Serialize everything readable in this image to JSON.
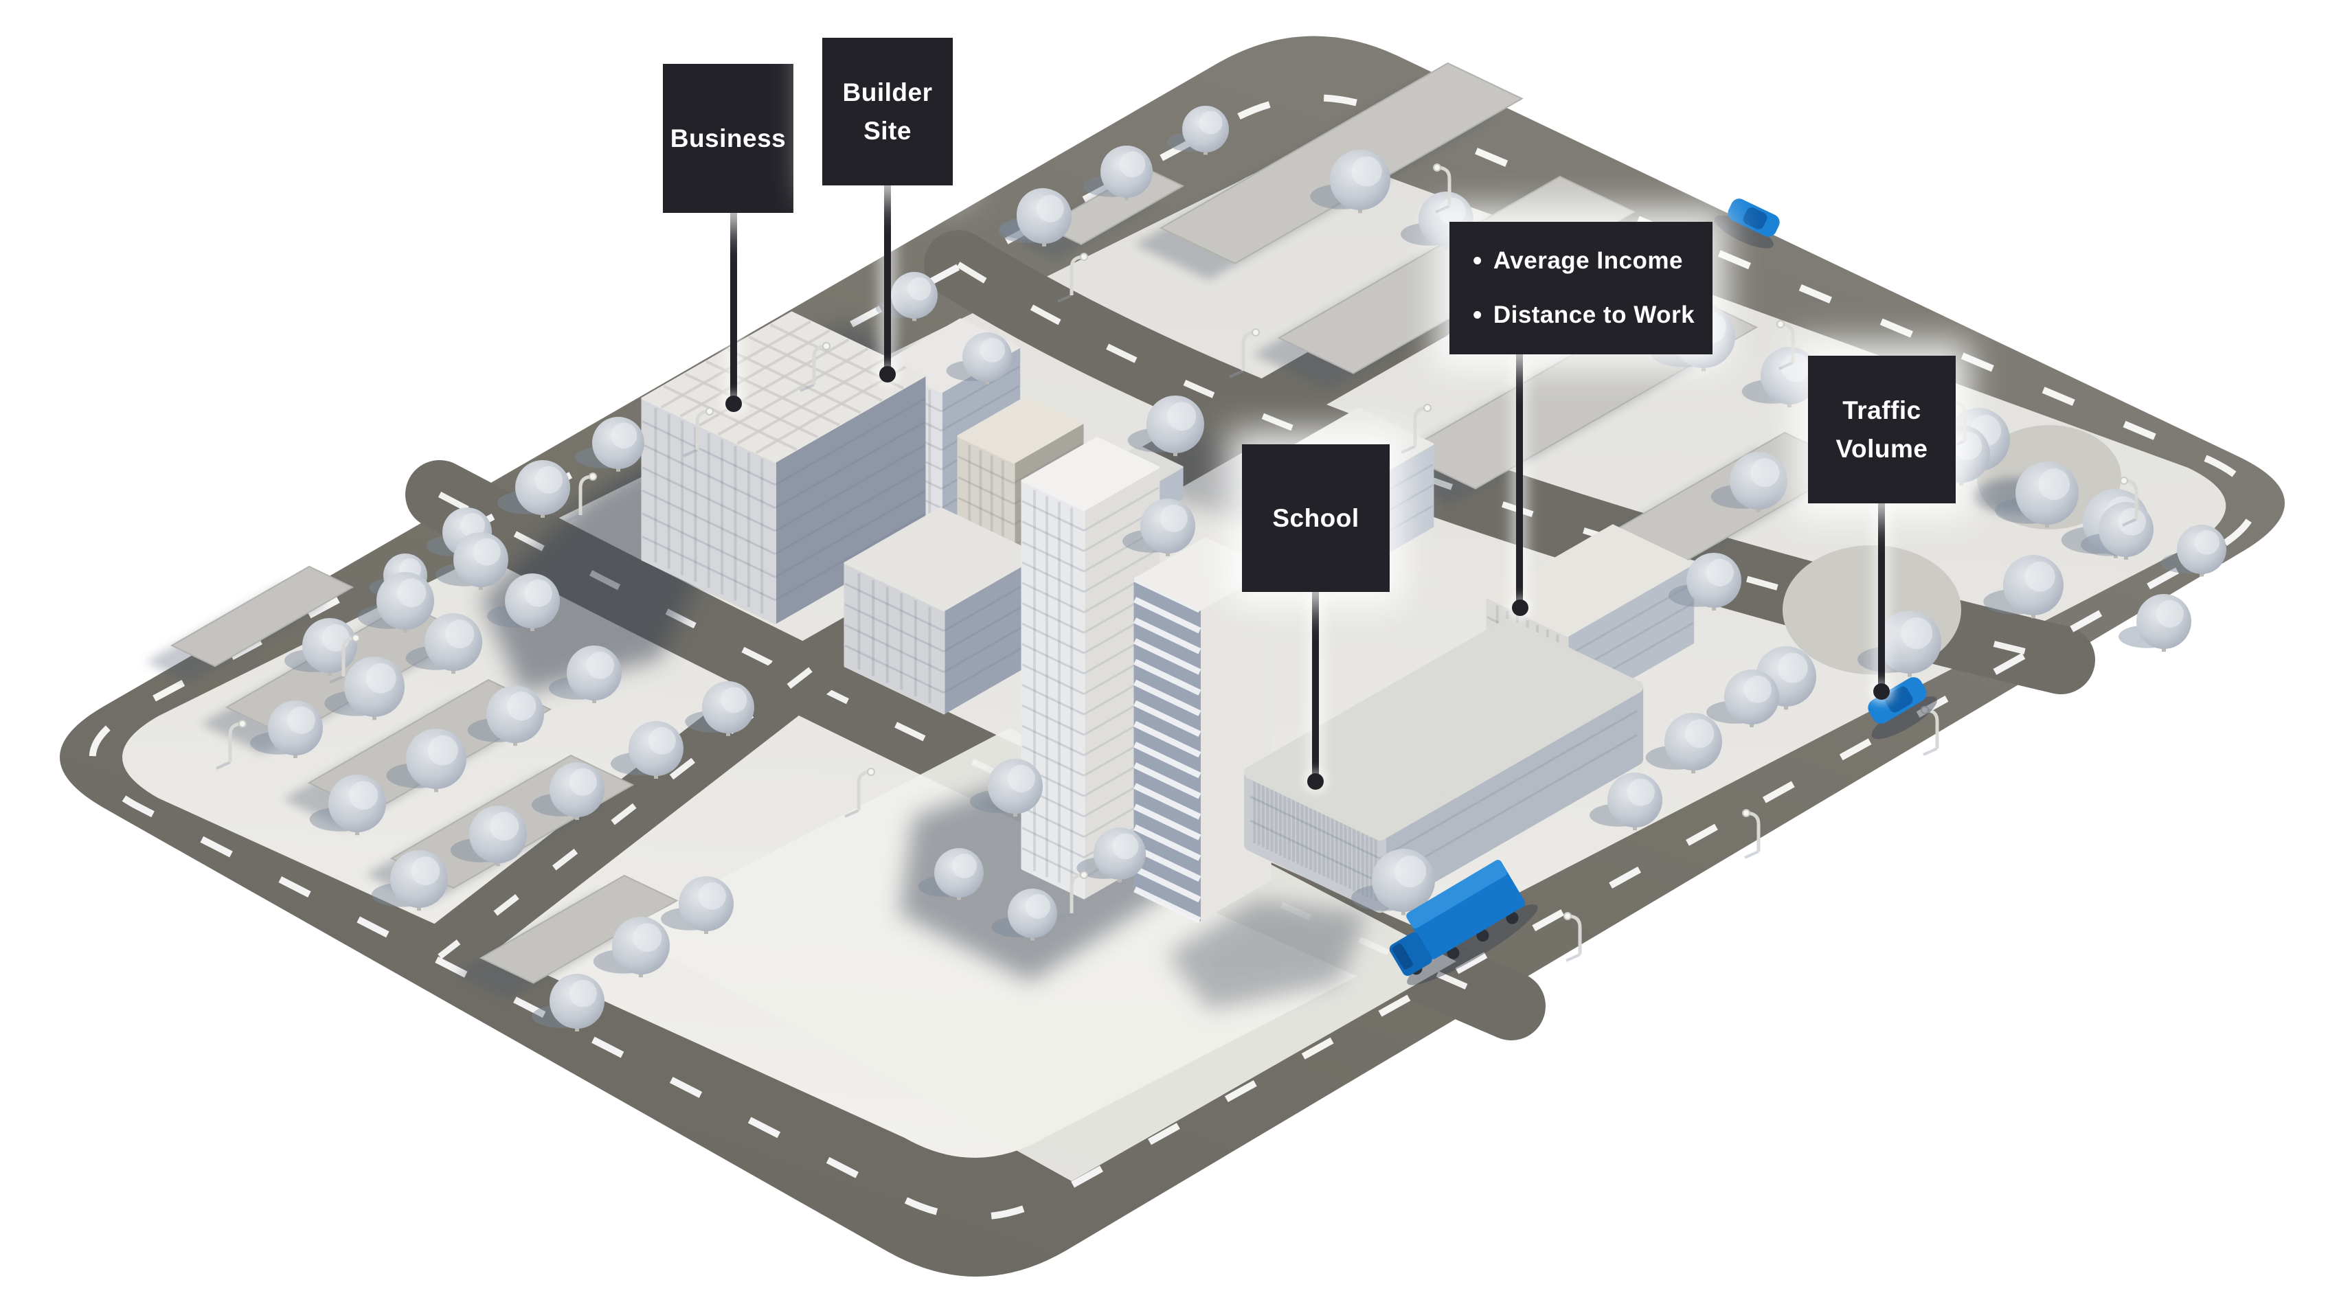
{
  "page": {
    "background": "#ffffff"
  },
  "callouts": {
    "business": {
      "label": "Business"
    },
    "builder_site": {
      "line1": "Builder",
      "line2": "Site"
    },
    "school": {
      "label": "School"
    },
    "metrics": {
      "bullet": "•",
      "items": [
        "Average Income",
        "Distance to Work"
      ]
    },
    "traffic": {
      "line1": "Traffic",
      "line2": "Volume"
    }
  },
  "map": {
    "description": "Isometric 3D city block illustration with callout markers",
    "colors": {
      "label_bg": "#232228",
      "label_text": "#ffffff",
      "ring_road_light": "#807e77",
      "ring_road_dark": "#6b6962",
      "street": "#6f6d66",
      "ground": "#e3e2de",
      "ground_light": "#f0efeb",
      "pad": "#c7c6c2",
      "pad_left": "#c4c3bf",
      "park_circle": "#cccbc6",
      "dash_white": "#ffffff",
      "shadow": "#39414f",
      "vehicle_blue": "#1b82d6",
      "truck_blue": "#1477cc"
    },
    "vehicles": [
      {
        "type": "car",
        "color": "#1b82d6"
      },
      {
        "type": "car",
        "color": "#1b82d6"
      },
      {
        "type": "truck",
        "color": "#1477cc"
      }
    ]
  }
}
